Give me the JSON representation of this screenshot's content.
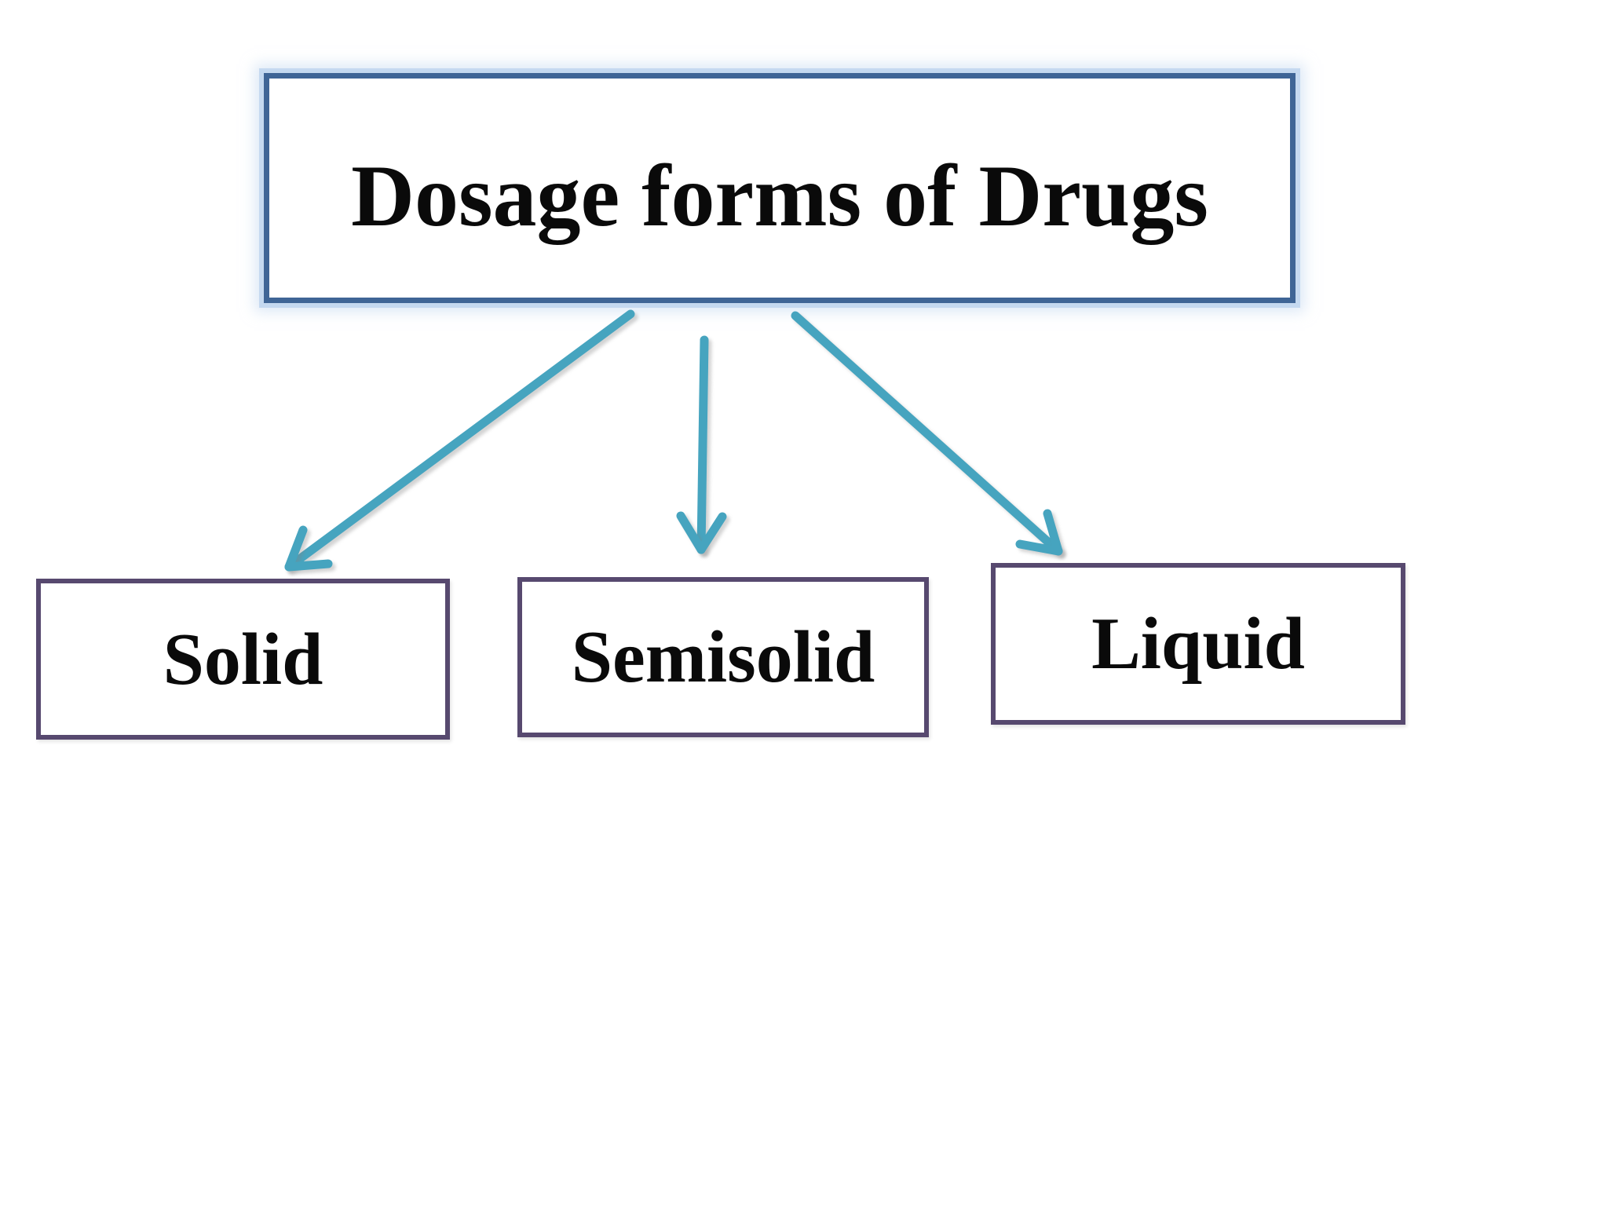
{
  "diagram": {
    "title": "Dosage forms of Drugs",
    "children": [
      {
        "id": "solid",
        "label": "Solid"
      },
      {
        "id": "semisolid",
        "label": "Semisolid"
      },
      {
        "id": "liquid",
        "label": "Liquid"
      }
    ]
  },
  "colors": {
    "background": "#ffffff",
    "text": "#0a0a0a",
    "title_box_border": "#3f6596",
    "title_box_halo": "#c5d9f0",
    "child_box_border": "#57496f",
    "arrow": "#46a4bf"
  }
}
